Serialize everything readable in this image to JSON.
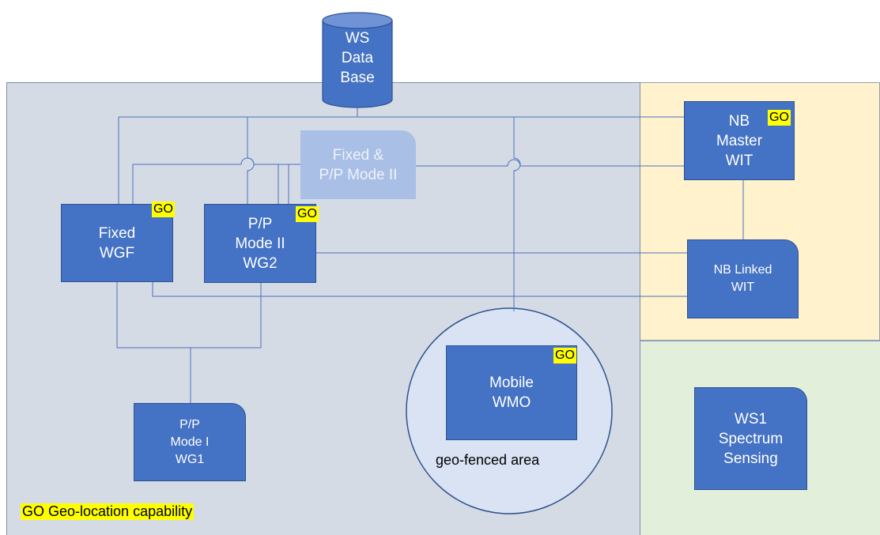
{
  "database": {
    "lines": [
      "WS",
      "Data",
      "Base"
    ]
  },
  "nodes": {
    "fixed_pp_mode2": {
      "lines": [
        "Fixed  &",
        "P/P Mode II"
      ]
    },
    "nb_master": {
      "lines": [
        "NB",
        "Master",
        "WIT"
      ],
      "go": "GO"
    },
    "fixed_wgf": {
      "lines": [
        "Fixed",
        "WGF"
      ],
      "go": "GO"
    },
    "pp_mode2_wg2": {
      "lines": [
        "P/P",
        "Mode II",
        "WG2"
      ],
      "go": "GO"
    },
    "nb_linked": {
      "lines": [
        "NB Linked",
        "WIT"
      ]
    },
    "mobile_wmo": {
      "lines": [
        "Mobile",
        "WMO"
      ],
      "go": "GO"
    },
    "pp_mode1_wg1": {
      "lines": [
        "P/P",
        "Mode I",
        "WG1"
      ]
    },
    "ws1_sensing": {
      "lines": [
        "WS1",
        "Spectrum",
        "Sensing"
      ]
    }
  },
  "geofence_label": "geo-fenced area",
  "legend": "GO Geo-location capability",
  "colors": {
    "box": "#4472c4",
    "box_faded": "#a9bfe6",
    "main_region": "#d5dbe5",
    "nb_region": "#fff2cc",
    "sensing_region": "#e2efda",
    "geofence": "#dae3f3",
    "go_highlight": "#ffff00",
    "wire": "#4a72bf"
  }
}
